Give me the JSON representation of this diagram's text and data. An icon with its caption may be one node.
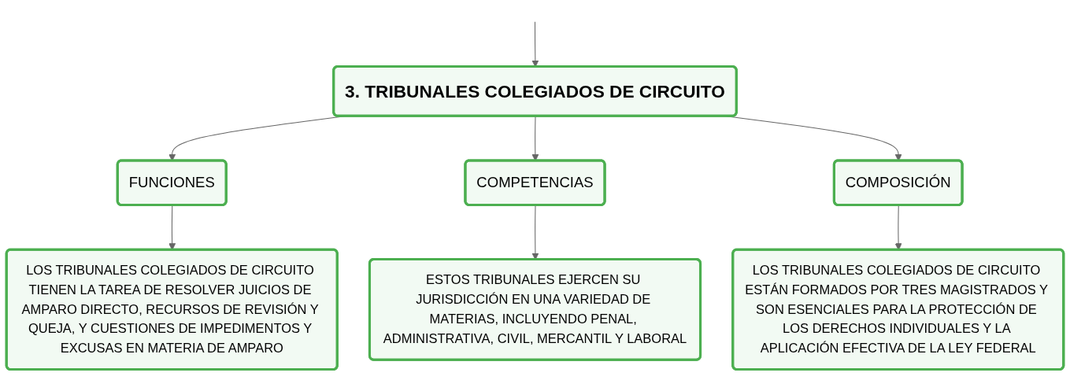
{
  "diagram": {
    "nodes": [
      {
        "text": [
          "3. TRIBUNALES COLEGIADOS DE CIRCUITO"
        ]
      },
      {
        "text": [
          "FUNCIONES"
        ]
      },
      {
        "text": [
          "COMPETENCIAS"
        ]
      },
      {
        "text": [
          "COMPOSICIÓN"
        ]
      },
      {
        "text": [
          "LOS TRIBUNALES COLEGIADOS DE CIRCUITO TIENEN LA TAREA DE RESOLVER JUICIOS DE AMPARO DIRECTO, RECURSOS DE REVISIÓN Y QUEJA, Y CUESTIONES DE IMPEDIMENTOS Y EXCUSAS EN MATERIA DE AMPARO"
        ]
      },
      {
        "text": [
          "ESTOS TRIBUNALES EJERCEN SU JURISDICCIÓN EN UNA VARIEDAD DE MATERIAS, INCLUYENDO PENAL, ADMINISTRATIVA, CIVIL, MERCANTIL Y LABORAL"
        ]
      },
      {
        "text": [
          "LOS TRIBUNALES COLEGIADOS DE CIRCUITO ESTÁN FORMADOS POR TRES MAGISTRADOS Y SON ESENCIALES PARA LA PROTECCIÓN DE LOS DERECHOS INDIVIDUALES Y LA APLICACIÓN EFECTIVA DE LA LEY FEDERAL"
        ]
      }
    ],
    "edges": [
      {
        "from": null,
        "to": 0,
        "arrow": "to"
      },
      {
        "from": 0,
        "to": 1,
        "arrow": "to"
      },
      {
        "from": 0,
        "to": 2,
        "arrow": "to"
      },
      {
        "from": 0,
        "to": 3,
        "arrow": "to"
      },
      {
        "from": 1,
        "to": 4,
        "arrow": "to"
      },
      {
        "from": 2,
        "to": 5,
        "arrow": "to"
      },
      {
        "from": 3,
        "to": 6,
        "arrow": "to"
      }
    ]
  }
}
